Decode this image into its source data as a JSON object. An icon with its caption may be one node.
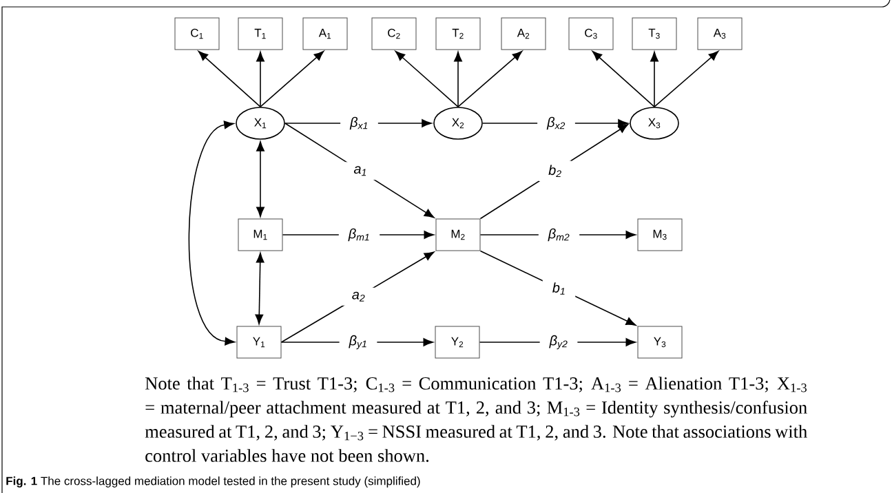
{
  "diagram": {
    "caption": "**Fig. 1** The cross-lagged mediation model tested in the present study (simplified)",
    "nodes": [
      {
        "text": [
          "C$_{1}$"
        ]
      },
      {
        "text": [
          "T$_{1}$"
        ]
      },
      {
        "text": [
          "A$_{1}$"
        ]
      },
      {
        "text": [
          "C$_{2}$"
        ]
      },
      {
        "text": [
          "T$_{2}$"
        ]
      },
      {
        "text": [
          "A$_{2}$"
        ]
      },
      {
        "text": [
          "C$_{3}$"
        ]
      },
      {
        "text": [
          "T$_{3}$"
        ]
      },
      {
        "text": [
          "A$_{3}$"
        ]
      },
      {
        "text": [
          "X$_{1}$"
        ]
      },
      {
        "text": [
          "X$_{2}$"
        ]
      },
      {
        "text": [
          "X$_{3}$"
        ]
      },
      {
        "text": [
          "M$_{1}$"
        ]
      },
      {
        "text": [
          "M$_{2}$"
        ]
      },
      {
        "text": [
          "M$_{3}$"
        ]
      },
      {
        "text": [
          "Y$_{1}$"
        ]
      },
      {
        "text": [
          "Y$_{2}$"
        ]
      },
      {
        "text": [
          "Y$_{3}$"
        ]
      }
    ],
    "edges": [
      {
        "from": 9,
        "to": 0,
        "arrow": "to"
      },
      {
        "from": 9,
        "to": 1,
        "arrow": "to"
      },
      {
        "from": 9,
        "to": 2,
        "arrow": "to"
      },
      {
        "from": 10,
        "to": 3,
        "arrow": "to"
      },
      {
        "from": 10,
        "to": 4,
        "arrow": "to"
      },
      {
        "from": 10,
        "to": 5,
        "arrow": "to"
      },
      {
        "from": 11,
        "to": 6,
        "arrow": "to"
      },
      {
        "from": 11,
        "to": 7,
        "arrow": "to"
      },
      {
        "from": 11,
        "to": 8,
        "arrow": "to"
      },
      {
        "from": 9,
        "to": 10,
        "arrow": "to",
        "label": "β$_{x1}$"
      },
      {
        "from": 10,
        "to": 11,
        "arrow": "to",
        "label": "β$_{x2}$"
      },
      {
        "from": 9,
        "to": 13,
        "arrow": "to",
        "label": "a$_{1}$"
      },
      {
        "from": 13,
        "to": 11,
        "arrow": "to",
        "label": "b$_{2}$"
      },
      {
        "from": 12,
        "to": 13,
        "arrow": "to",
        "label": "β$_{m1}$"
      },
      {
        "from": 13,
        "to": 14,
        "arrow": "to",
        "label": "β$_{m2}$"
      },
      {
        "from": 15,
        "to": 13,
        "arrow": "to",
        "label": "a$_{2}$"
      },
      {
        "from": 13,
        "to": 17,
        "arrow": "to",
        "label": "b$_{1}$"
      },
      {
        "from": 15,
        "to": 16,
        "arrow": "to",
        "label": "β$_{y1}$"
      },
      {
        "from": 16,
        "to": 17,
        "arrow": "to",
        "label": "β$_{y2}$"
      },
      {
        "from": 9,
        "to": 12,
        "arrow": "both"
      },
      {
        "from": 12,
        "to": 15,
        "arrow": "both"
      },
      {
        "from": 9,
        "to": 15,
        "arrow": "both"
      }
    ],
    "labels": [
      "Note that T$_{1-3}$ = Trust T1-3; C$_{1-3}$ = Communication T1-3; A$_{1-3}$ = Alienation T1-3; X$_{1-3}$ = maternal/peer attachment measured at T1, 2, and 3; M$_{1-3}$ = Identity synthesis/confusion measured at T1, 2, and 3; Y$_{1−3}$ = NSSI measured at T1, 2, and 3. Note that associations with control variables have not been shown."
    ]
  }
}
